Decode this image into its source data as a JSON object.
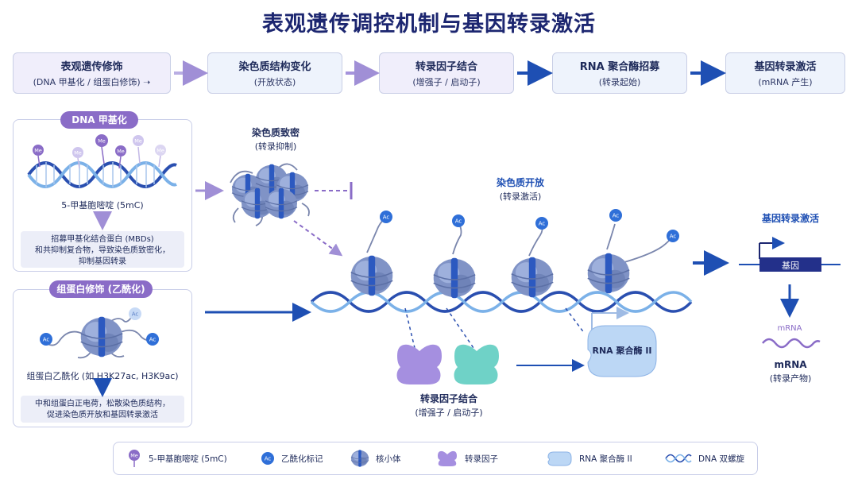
{
  "title": "表观遗传调控机制与基因转录激活",
  "flow_steps": [
    {
      "title": "表观遗传修饰",
      "subtitle": "(DNA 甲基化 / 组蛋白修饰) ➝"
    },
    {
      "title": "染色质结构变化",
      "subtitle": "(开放状态)"
    },
    {
      "title": "转录因子结合",
      "subtitle": "(增强子 / 启动子)"
    },
    {
      "title": "RNA 聚合酶招募",
      "subtitle": "(转录起始)"
    },
    {
      "title": "基因转录激活",
      "subtitle": "(mRNA 产生)"
    }
  ],
  "methylation_panel": {
    "pill": "DNA 甲基化",
    "me_label": "Me",
    "caption": "5-甲基胞嘧啶 (5mC)",
    "note": [
      "招募甲基化结合蛋白 (MBDs)",
      "和共抑制复合物，导致染色质致密化，",
      "抑制基因转录"
    ]
  },
  "histone_panel": {
    "pill": "组蛋白修饰 (乙酰化)",
    "ac_label": "Ac",
    "caption": "组蛋白乙酰化 (如 H3K27ac, H3K9ac)",
    "note": [
      "中和组蛋白正电荷，松散染色质结构，",
      "促进染色质开放和基因转录激活"
    ]
  },
  "condensed": {
    "title": "染色质致密",
    "subtitle": "(转录抑制)"
  },
  "open": {
    "title": "染色质开放",
    "subtitle": "(转录激活)"
  },
  "tf_binding": {
    "title": "转录因子结合",
    "subtitle": "(增强子 / 启动子)"
  },
  "rna_pol": "RNA 聚合酶 II",
  "gene_activation": {
    "title": "基因转录激活",
    "gene_label": "基因"
  },
  "mrna": {
    "squiggle_label": "mRNA",
    "title": "mRNA",
    "subtitle": "(转录产物)"
  },
  "legend": [
    {
      "icon": "me-icon",
      "label": "5-甲基胞嘧啶 (5mC)"
    },
    {
      "icon": "ac-icon",
      "label": "乙酰化标记"
    },
    {
      "icon": "nucleosome-icon",
      "label": "核小体"
    },
    {
      "icon": "transcription-factor-icon",
      "label": "转录因子"
    },
    {
      "icon": "rna-polymerase-icon",
      "label": "RNA 聚合酶 II"
    },
    {
      "icon": "dna-helix-icon",
      "label": "DNA 双螺旋"
    }
  ],
  "colors": {
    "navy": "#1c2670",
    "arrow_blue": "#1e4fb3",
    "purple": "#8a6cc7",
    "step_purple": "#f0eefb",
    "step_blue": "#eef3fc",
    "nucleosome": "#7f93c4",
    "tf_purple": "#a58fe0",
    "tf_teal": "#6fd2c7",
    "polymerase": "#bcd7f5"
  }
}
